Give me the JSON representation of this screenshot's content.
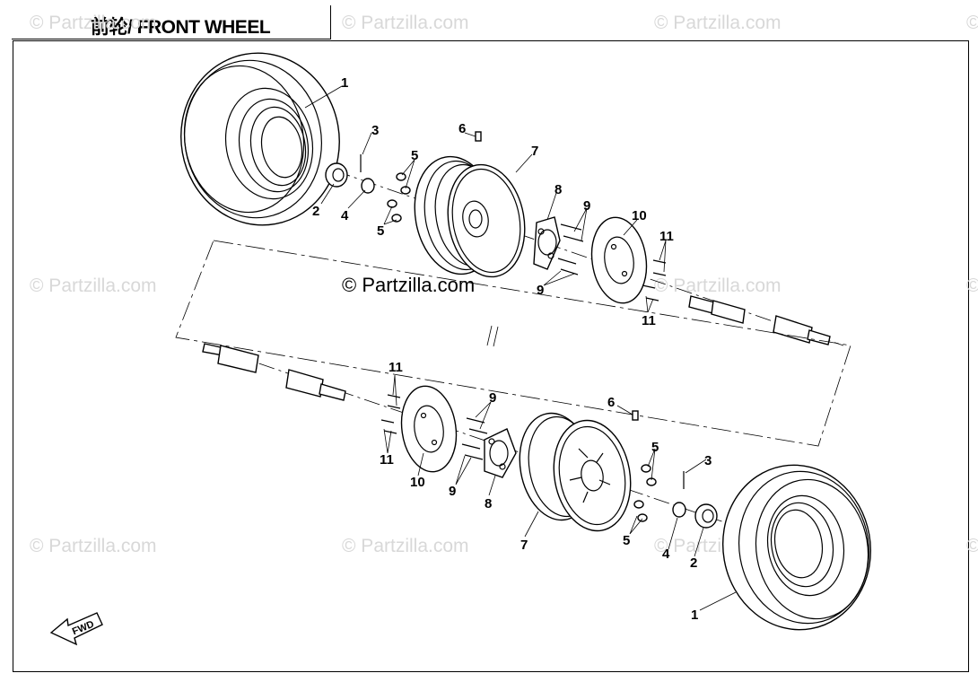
{
  "title": "前轮/ FRONT WHEEL",
  "watermark": "© Partzilla.com",
  "copyright": "© Partzilla.com",
  "fwd_label": "FWD",
  "colors": {
    "line": "#000000",
    "watermark": "#d8d8d8",
    "background": "#ffffff"
  },
  "callouts": [
    {
      "id": "c1a",
      "text": "1"
    },
    {
      "id": "c2a",
      "text": "2"
    },
    {
      "id": "c3a",
      "text": "3"
    },
    {
      "id": "c4a",
      "text": "4"
    },
    {
      "id": "c5a",
      "text": "5"
    },
    {
      "id": "c5b",
      "text": "5"
    },
    {
      "id": "c6a",
      "text": "6"
    },
    {
      "id": "c7a",
      "text": "7"
    },
    {
      "id": "c8a",
      "text": "8"
    },
    {
      "id": "c9a",
      "text": "9"
    },
    {
      "id": "c9b",
      "text": "9"
    },
    {
      "id": "c10a",
      "text": "10"
    },
    {
      "id": "c11a",
      "text": "11"
    },
    {
      "id": "c11b",
      "text": "11"
    },
    {
      "id": "c11c",
      "text": "11"
    },
    {
      "id": "c11d",
      "text": "11"
    },
    {
      "id": "c10b",
      "text": "10"
    },
    {
      "id": "c9c",
      "text": "9"
    },
    {
      "id": "c9d",
      "text": "9"
    },
    {
      "id": "c8b",
      "text": "8"
    },
    {
      "id": "c6b",
      "text": "6"
    },
    {
      "id": "c5c",
      "text": "5"
    },
    {
      "id": "c5d",
      "text": "5"
    },
    {
      "id": "c3b",
      "text": "3"
    },
    {
      "id": "c7b",
      "text": "7"
    },
    {
      "id": "c4b",
      "text": "4"
    },
    {
      "id": "c2b",
      "text": "2"
    },
    {
      "id": "c1b",
      "text": "1"
    }
  ]
}
